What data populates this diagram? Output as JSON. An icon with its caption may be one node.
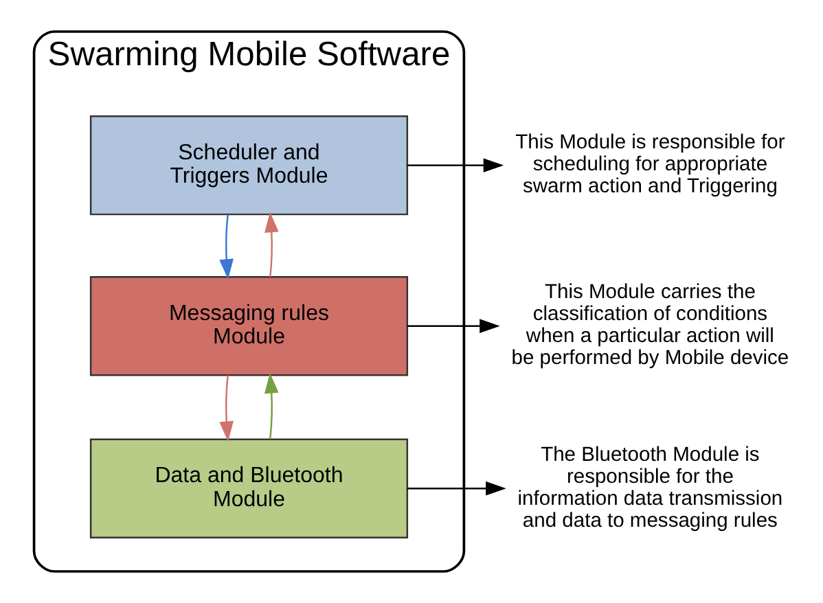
{
  "diagram": {
    "nodes": [
      {
        "text": [
          "Swarming Mobile Software"
        ]
      },
      {
        "text": [
          "Scheduler and Triggers Module"
        ],
        "in": 0
      },
      {
        "text": [
          "Messaging rules Module"
        ],
        "in": 0
      },
      {
        "text": [
          "Data and Bluetooth Module"
        ],
        "in": 0
      },
      {
        "text": [
          "This Module is responsible for scheduling for appropriate swarm action and Triggering"
        ]
      },
      {
        "text": [
          "This Module carries the classification of conditions when a particular action will be performed by Mobile device"
        ]
      },
      {
        "text": [
          "The Bluetooth Module is responsible for the information data transmission and data to messaging rules"
        ]
      }
    ],
    "edges": [
      {
        "from": 2,
        "to": 1,
        "arrow": "to",
        "color": "#d0736a"
      },
      {
        "from": 1,
        "to": 2,
        "arrow": "to",
        "color": "#3a78d4"
      },
      {
        "from": 3,
        "to": 2,
        "arrow": "to",
        "color": "#77a040"
      },
      {
        "from": 2,
        "to": 3,
        "arrow": "to",
        "color": "#d0736a"
      },
      {
        "from": 1,
        "to": 4,
        "arrow": "to"
      },
      {
        "from": 2,
        "to": 5,
        "arrow": "to"
      },
      {
        "from": 3,
        "to": 6,
        "arrow": "to"
      }
    ]
  }
}
